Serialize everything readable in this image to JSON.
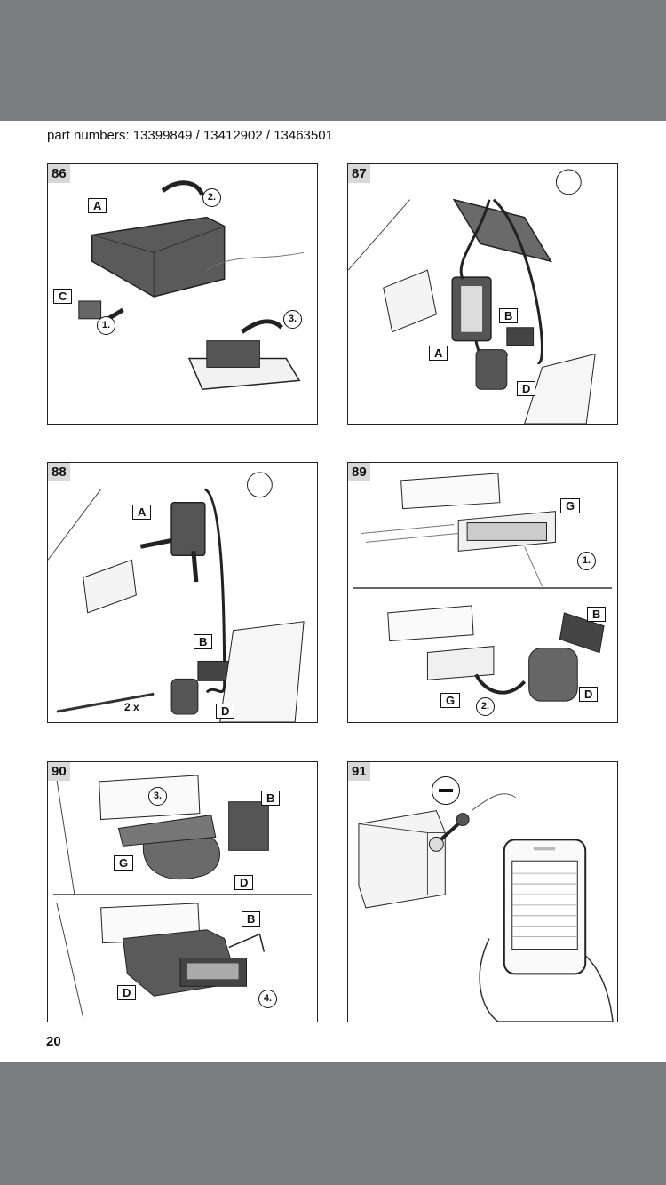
{
  "header": {
    "part_numbers": "part numbers: 13399849 / 13412902 / 13463501"
  },
  "footer": {
    "page_number": "20"
  },
  "steps": [
    {
      "number": "86",
      "labels": [
        "A",
        "C"
      ],
      "step_marks": [
        "2.",
        "1.",
        "3."
      ]
    },
    {
      "number": "87",
      "labels": [
        "A",
        "B",
        "D"
      ]
    },
    {
      "number": "88",
      "labels": [
        "A",
        "B",
        "D"
      ],
      "quantity": "2 x"
    },
    {
      "number": "89",
      "labels": [
        "G",
        "B",
        "G",
        "D"
      ],
      "step_marks": [
        "1.",
        "2."
      ]
    },
    {
      "number": "90",
      "labels": [
        "B",
        "G",
        "D",
        "B",
        "D"
      ],
      "step_marks": [
        "3.",
        "4."
      ]
    },
    {
      "number": "91",
      "symbol": "minus-icon"
    }
  ],
  "colors": {
    "background": "#7b7c80",
    "page": "#ffffff",
    "device": "#5a5a5a",
    "line": "#222222"
  }
}
